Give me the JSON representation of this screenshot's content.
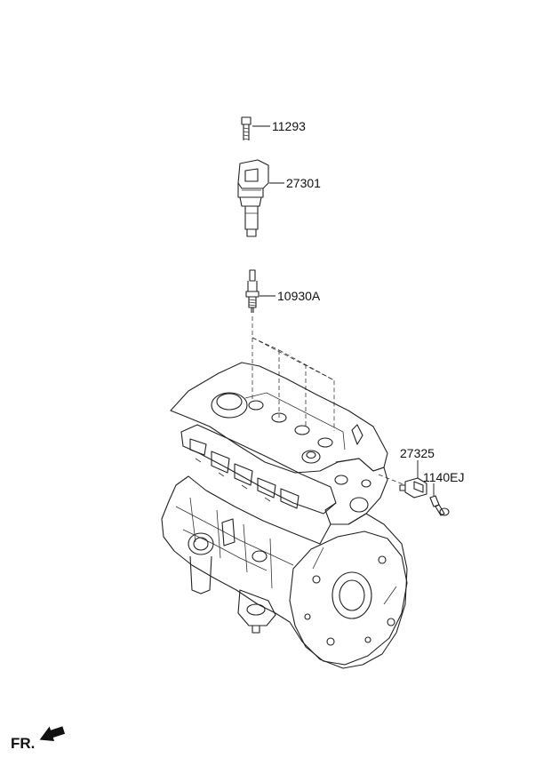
{
  "parts": [
    {
      "number": "11293",
      "name": "bolt-part"
    },
    {
      "number": "27301",
      "name": "ignition-coil-part"
    },
    {
      "number": "10930A",
      "name": "spark-plug-part"
    },
    {
      "number": "27325",
      "name": "sensor-part"
    },
    {
      "number": "1140EJ",
      "name": "sensor-bolt-part"
    }
  ],
  "direction_label": "FR.",
  "direction_icon": "front-arrow-icon"
}
